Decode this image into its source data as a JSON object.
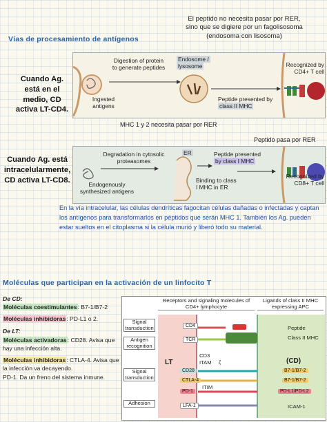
{
  "top_note": {
    "line1": "El peptido no necesita pasar por RER,",
    "line2": "sino que se digiere por un fagolisosoma",
    "line3": "(endosoma con lisosoma)"
  },
  "section1_title": "Vías de procesamiento de antígenos",
  "case1": {
    "l1": "Cuando Ag.",
    "l2": "está en el",
    "l3": "medio, CD",
    "l4": "activa LT-CD4."
  },
  "case2": {
    "l1": "Cuando Ag. está",
    "l2": "intracelularmente,",
    "l3": "CD activa LT-CD8."
  },
  "panel1": {
    "ingested": "Ingested antigens",
    "digestion": "Digestion of protein to generate peptides",
    "endosome1": "Endosome /",
    "endosome2": "lysosome",
    "presented": "Peptide presented by",
    "presented_hl": "class II MHC",
    "recognized": "Recognized by CD4+ T cell"
  },
  "mhc_note": "MHC 1 y 2 necesita pasar por  RER",
  "rer_note": "Peptido pasa por RER",
  "panel2": {
    "degradation": "Degradation in cytosolic proteasomes",
    "er": "ER",
    "presented": "Peptide presented",
    "presented_hl": "by class I MHC",
    "binding": "Binding to class I MHC in ER",
    "endog": "Endogenously synthesized antigens",
    "recognized": "Recognized by CD8+ T cell"
  },
  "blue_paragraph": "En la vía intracelular, las células dendríticas fagocitan células dañadas o infectadas y captan los antígenos para transformarlos en péptidos que serán MHC 1. También los Ag. pueden estar sueltos en el citoplasma si la célula murió y liberó todo su material.",
  "section2_title": "Moléculas que participan en la activación de un linfocito T",
  "de_cd": "De CD:",
  "cd_coestim_label": "Moléculas coestimulantes",
  "cd_coestim_val": ": B7-1/B7-2",
  "cd_inhib_label": "Moléculas inhibidoras",
  "cd_inhib_val": ": PD-L1 o 2.",
  "de_lt": "De LT:",
  "lt_activ_label": "Moléculas activadoras",
  "lt_activ_val": ": CD28. Avisa que hay una infección alta.",
  "lt_inhib_label": "Moléculas inhibidoras",
  "lt_inhib_val": ": CTLA-4. Avisa que la infección va decayendo.",
  "pd1_note": "PD-1. Da un freno del sistema inmune.",
  "diagram": {
    "hdr_left": "Receptors and signaling molecules of CD4+ lymphocyte",
    "hdr_right": "Ligands of class II MHC expressing APC",
    "row_signal1": "Signal transduction",
    "row_antigen": "Antigen recognition",
    "row_signal2": "Signal transduction",
    "row_adhesion": "Adhesion",
    "lt": "LT",
    "cd": "(CD)",
    "cd4": "CD4",
    "tcr": "TCR",
    "cd3": "CD3",
    "itam1": "ITAM",
    "zeta": "ζ",
    "cd28": "CD28",
    "ctla4": "CTLA-4",
    "itim": "ITIM",
    "pd1": "PD-1",
    "lfa1": "LFA-1",
    "peptide": "Peptide",
    "class2": "Class II MHC",
    "b71": "B7-1/B7-2",
    "b72": "B7-1/B7-2",
    "pdl": "PD-L1/PD-L2",
    "icam": "ICAM-1"
  }
}
